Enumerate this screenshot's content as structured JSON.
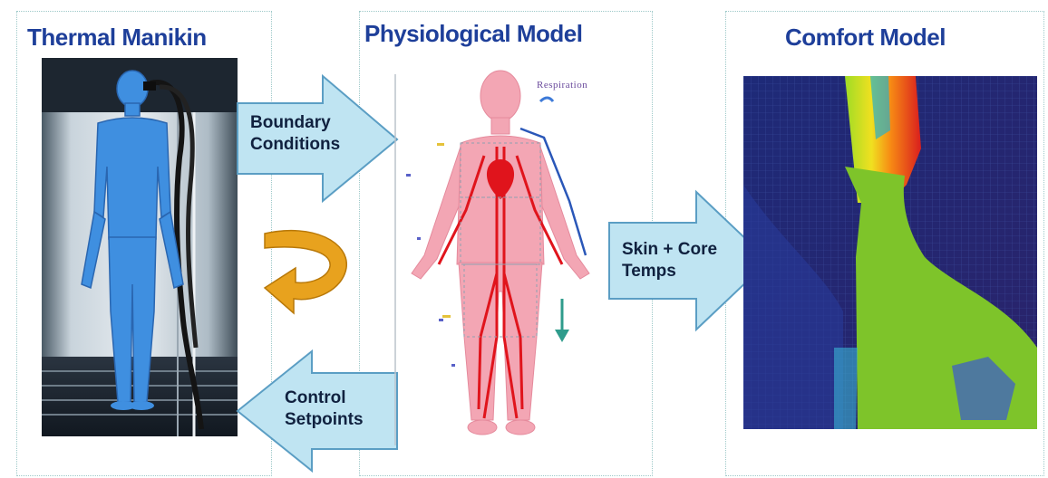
{
  "panels": {
    "manikin": {
      "title": "Thermal Manikin"
    },
    "physiological": {
      "title": "Physiological Model",
      "figure_caption": "Respiration"
    },
    "comfort": {
      "title": "Comfort Model"
    }
  },
  "arrows": {
    "boundary": {
      "line1": "Boundary",
      "line2": "Conditions"
    },
    "skin": {
      "line1": "Skin + Core",
      "line2": "Temps"
    },
    "control": {
      "line1": "Control",
      "line2": "Setpoints"
    }
  },
  "colors": {
    "title": "#1e3f9a",
    "arrow_fill": "#bfe4f2",
    "arrow_stroke": "#5b9ec4",
    "loop_arrow": "#e8a21e",
    "body_pink": "#f3a6b4",
    "vessel_red": "#e0141c"
  }
}
